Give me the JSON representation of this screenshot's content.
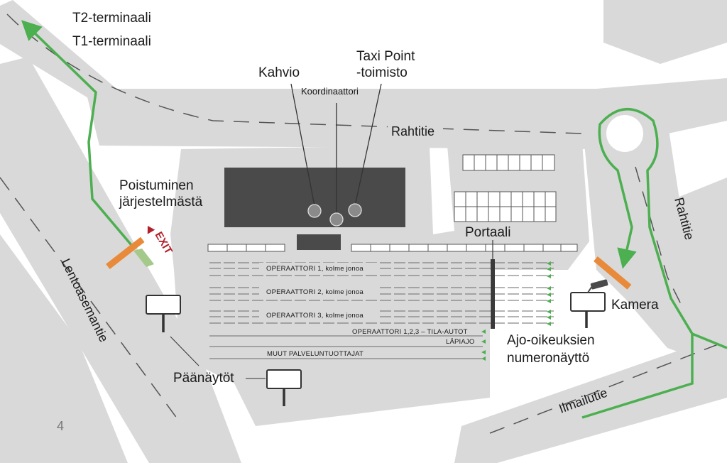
{
  "colors": {
    "road": "#d9d9d9",
    "building": "#4a4a4a",
    "route": "#4caf50",
    "barrier": "#e88a3a",
    "exit": "#b3202a",
    "background": "#ffffff"
  },
  "labels": {
    "terminal_t2": "T2-terminaali",
    "terminal_t1": "T1-terminaali",
    "kahvio": "Kahvio",
    "koordinaattori": "Koordinaattori",
    "taxi_point_1": "Taxi Point",
    "taxi_point_2": "-toimisto",
    "rahtitie_top": "Rahtitie",
    "rahtitie_right": "Rahtitie",
    "poistuminen_1": "Poistuminen",
    "poistuminen_2": "järjestelmästä",
    "exit": "EXIT",
    "portaali": "Portaali",
    "kamera": "Kamera",
    "lentoasemantie": "Lentoasemantie",
    "ajo_1": "Ajo-oikeuksien",
    "ajo_2": "numeronäyttö",
    "paanaytot": "Päänäytöt",
    "ilmailutie": "Ilmailutie",
    "page_number": "4"
  },
  "lanes": [
    {
      "label": "OPERAATTORI 1, kolme jonoa"
    },
    {
      "label": "OPERAATTORI 2, kolme jonoa"
    },
    {
      "label": "OPERAATTORI 3, kolme jonoa"
    },
    {
      "label": "OPERAATTORI 1,2,3 – TILA-AUTOT"
    },
    {
      "label": "LÄPIAJO"
    },
    {
      "label": "MUUT PALVELUNTUOTTAJAT"
    }
  ],
  "icons": {
    "route_arrow": "green-arrow-icon",
    "exit": "exit-arrow-icon",
    "camera": "camera-icon",
    "info_point": "info-point-icon",
    "display": "display-sign-icon"
  }
}
